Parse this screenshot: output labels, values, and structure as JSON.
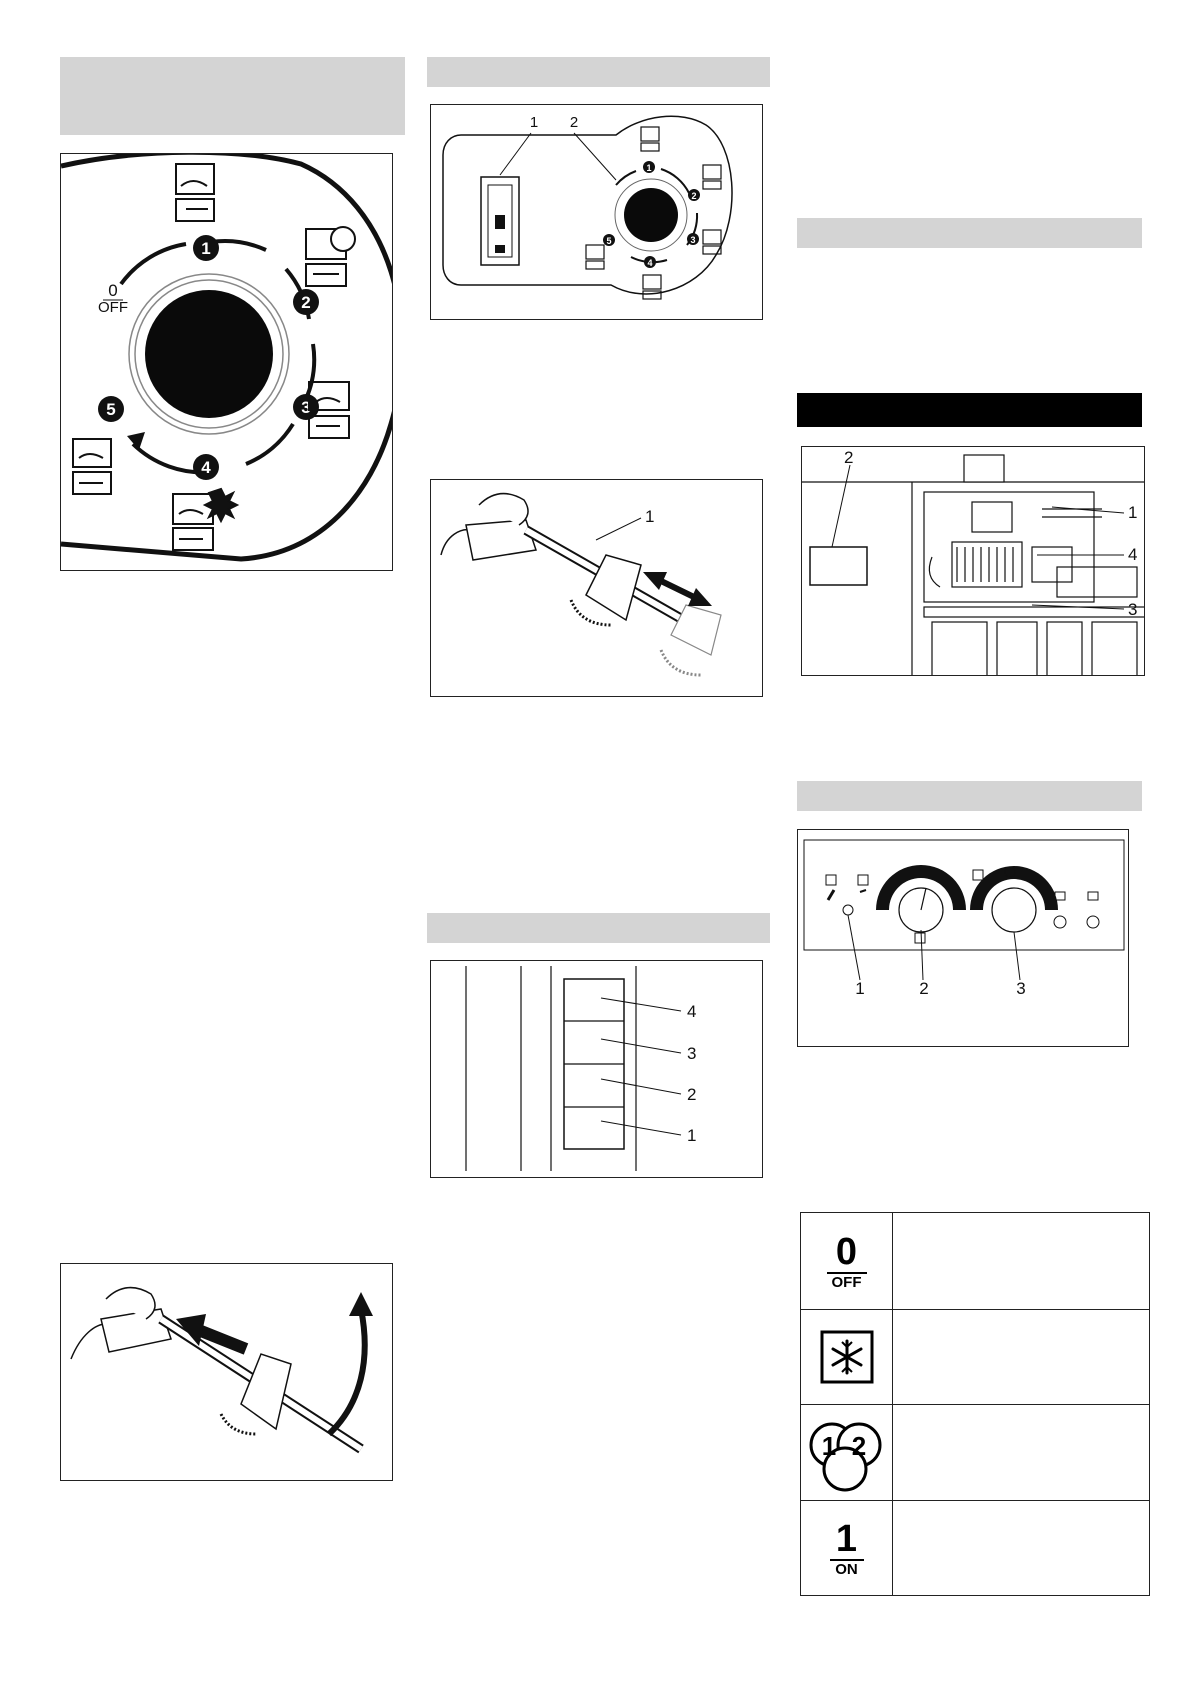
{
  "figure_mode_dial": {
    "position_numbers": [
      "1",
      "2",
      "3",
      "4",
      "5"
    ],
    "off_label_zero": "0",
    "off_label_text": "OFF"
  },
  "figure_panel_switch": {
    "callouts": [
      "1",
      "2"
    ],
    "dial_numbers": [
      "1",
      "2",
      "3",
      "4",
      "5"
    ]
  },
  "figure_brush": {
    "callouts": [
      "1"
    ]
  },
  "figure_slots": {
    "callouts": [
      "4",
      "3",
      "2",
      "1"
    ]
  },
  "figure_cabinet": {
    "callouts": [
      "2",
      "1",
      "4",
      "3"
    ]
  },
  "figure_control_panel": {
    "callouts": [
      "1",
      "2",
      "3"
    ]
  },
  "symbol_table": {
    "rows": [
      {
        "icon": "off-symbol",
        "top": "0",
        "bottom": "OFF"
      },
      {
        "icon": "frost-protection-symbol"
      },
      {
        "icon": "program-1-2-symbol",
        "a": "1",
        "b": "2"
      },
      {
        "icon": "on-symbol",
        "top": "1",
        "bottom": "ON"
      }
    ]
  },
  "colors": {
    "band_gray": "#d4d4d4",
    "band_black": "#000000",
    "ink": "#111111"
  }
}
